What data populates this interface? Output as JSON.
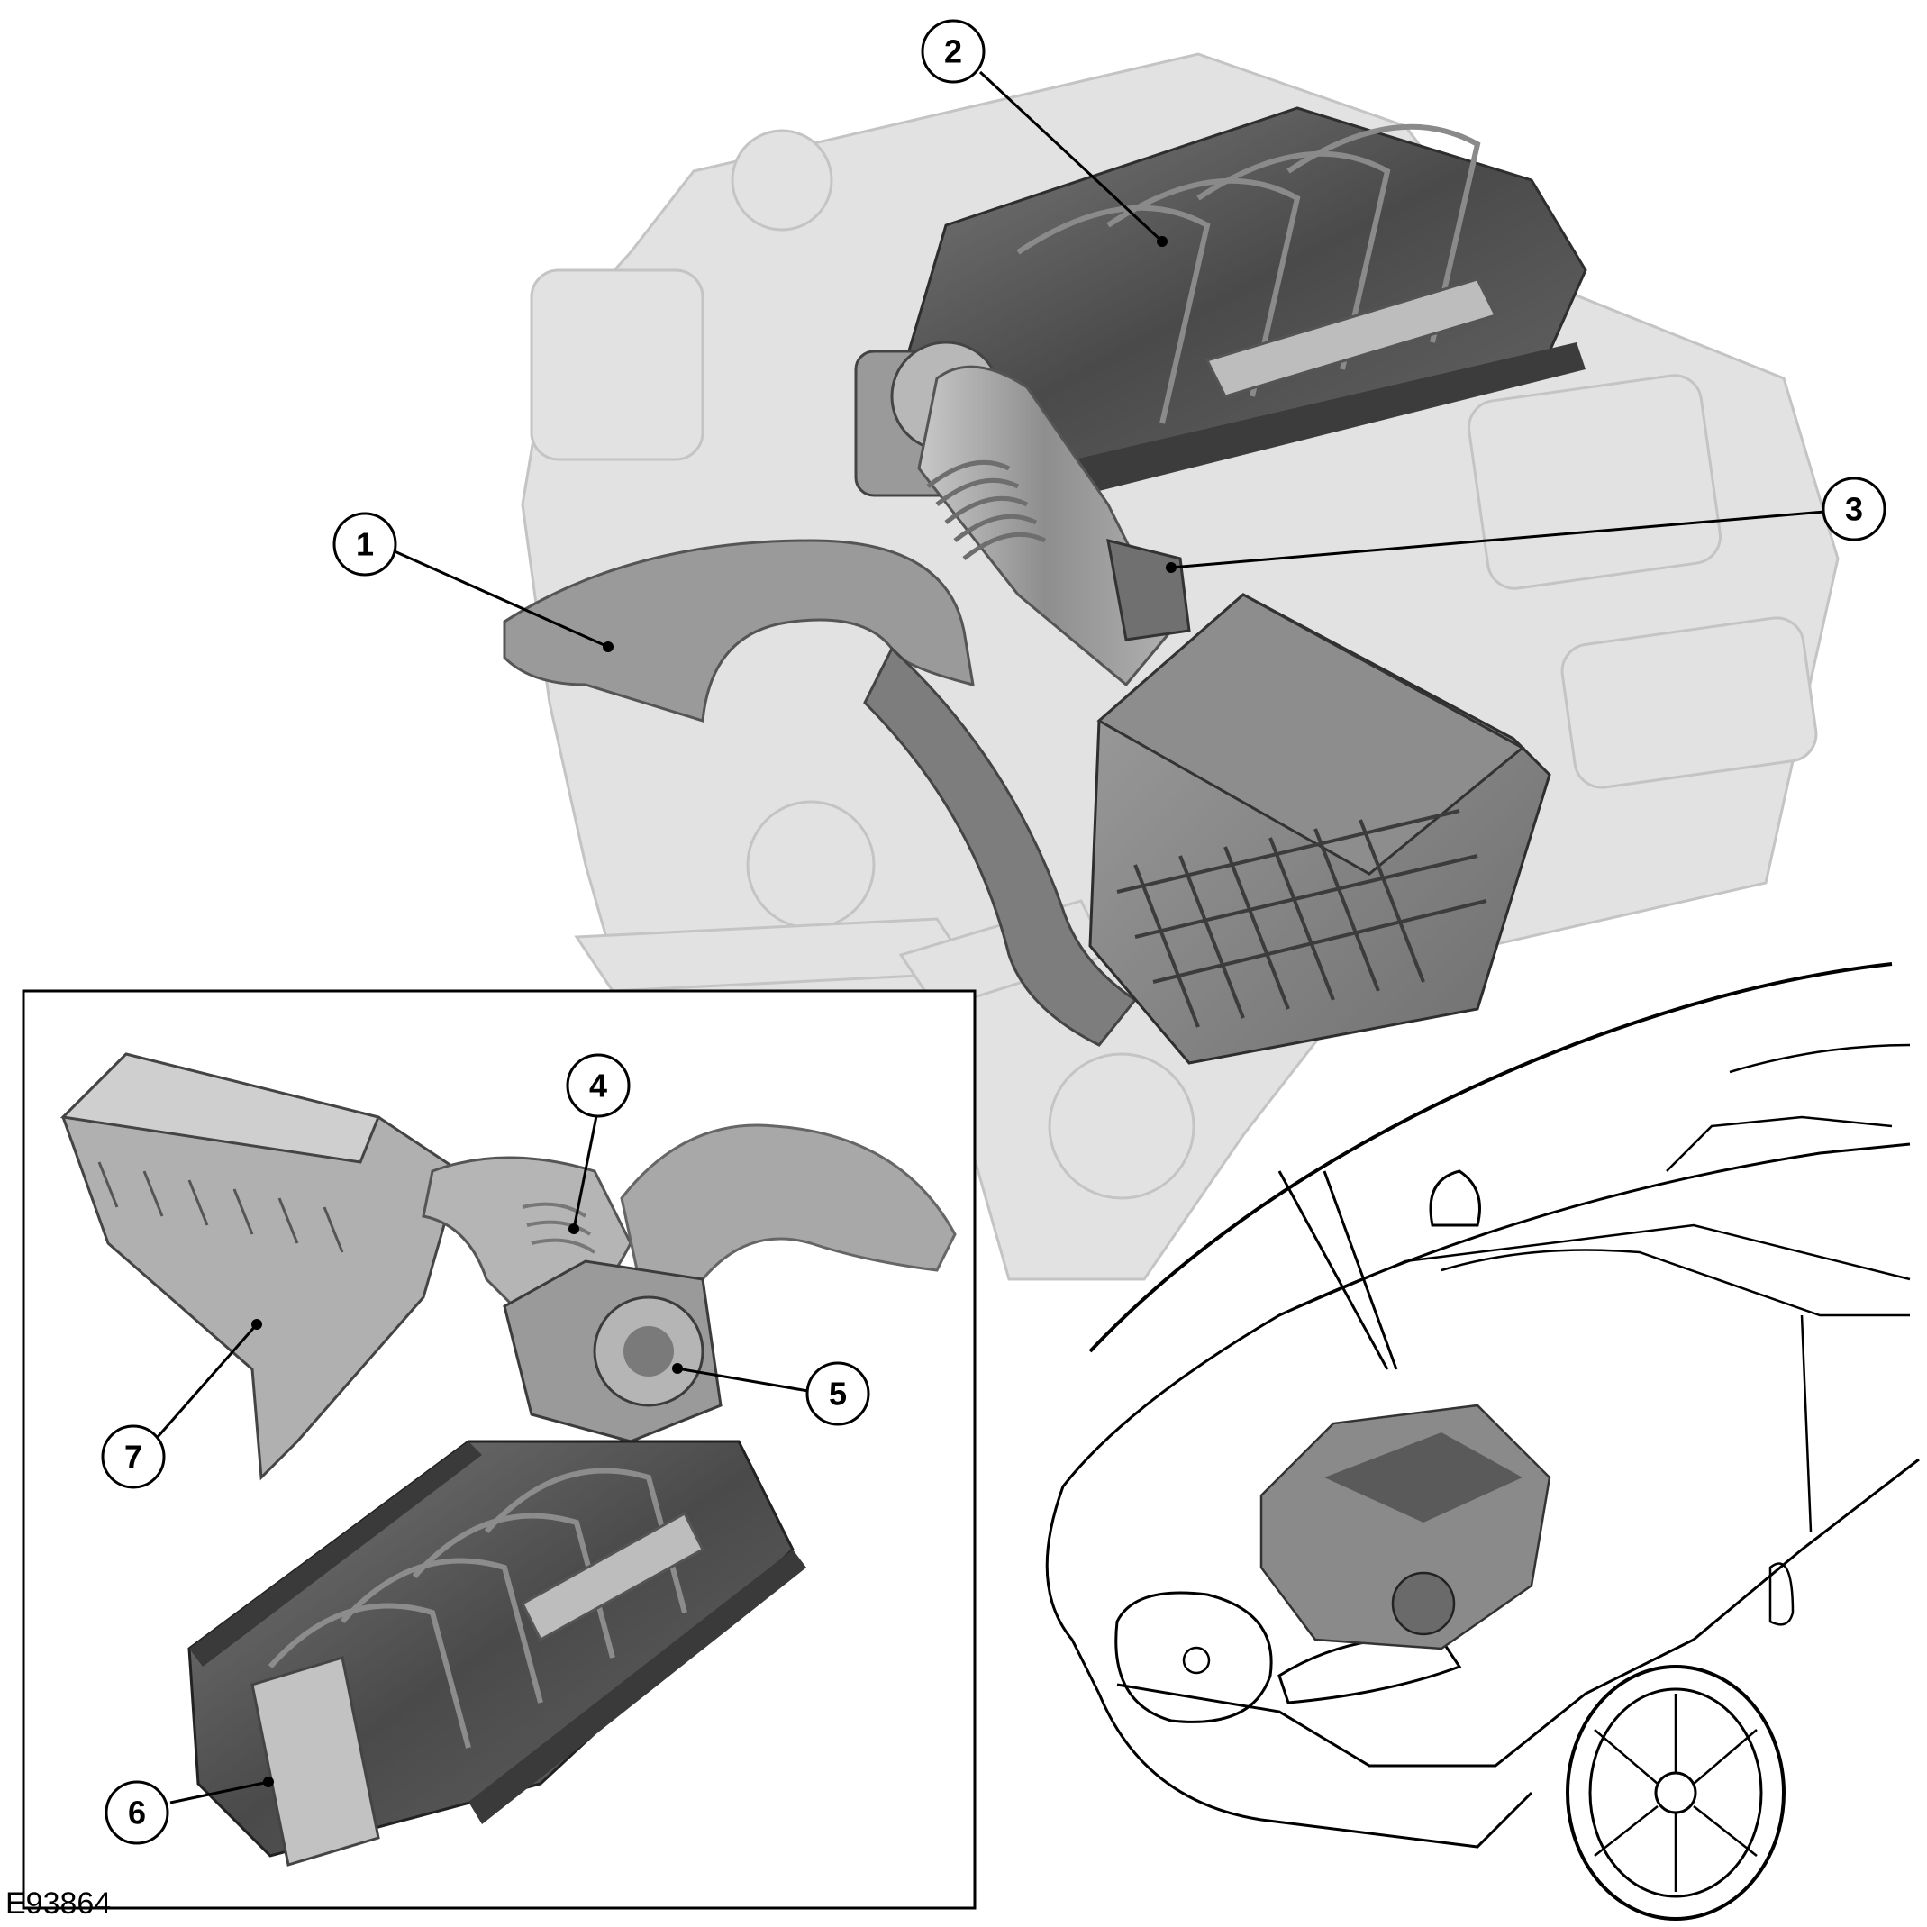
{
  "figure": {
    "id": "E93864",
    "callouts": [
      "1",
      "2",
      "3",
      "4",
      "5",
      "6",
      "7"
    ]
  },
  "colors": {
    "background": "#ffffff",
    "ghost_engine": "#e2e2e2",
    "ghost_engine_edge": "#c4c4c4",
    "part_light": "#a9a9a9",
    "part_mid": "#8a8a8a",
    "part_dark": "#585858",
    "line": "#000000"
  }
}
